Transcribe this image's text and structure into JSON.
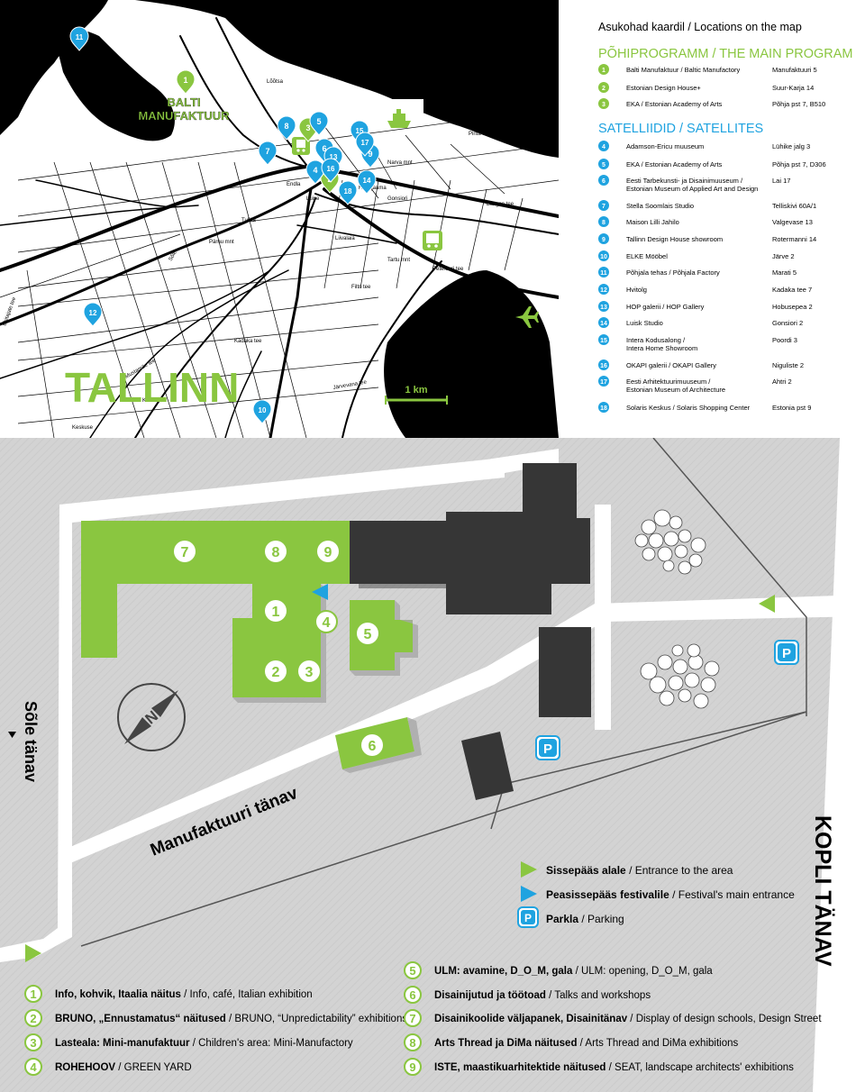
{
  "city_map": {
    "city_label": "TALLINN",
    "highlight_label_line1": "BALTI",
    "highlight_label_line2": "MANUFAKTUUR",
    "scale_label": "1 km",
    "streets": [
      "Pärnu mnt",
      "Endla",
      "Tulika",
      "Luise",
      "Liivalaia",
      "Narva mnt",
      "Kadaka tee",
      "Järvevana tee",
      "Peterburi tee",
      "Keskuse",
      "Ehitajate tee",
      "Filtri tee",
      "Pirita tee",
      "Laagna tee",
      "Tartu mnt",
      "Sõle",
      "Mustamäe tee",
      "Kotka",
      "Hobujaama",
      "Gonsiori",
      "Lõõtsa"
    ],
    "pins": [
      {
        "id": "pin-1",
        "num": "1",
        "kind": "main"
      },
      {
        "id": "pin-2",
        "num": "2",
        "kind": "main"
      },
      {
        "id": "pin-3",
        "num": "3",
        "kind": "main"
      },
      {
        "id": "pin-4",
        "num": "4",
        "kind": "satellite"
      },
      {
        "id": "pin-5",
        "num": "5",
        "kind": "satellite"
      },
      {
        "id": "pin-6",
        "num": "6",
        "kind": "satellite"
      },
      {
        "id": "pin-7",
        "num": "7",
        "kind": "satellite"
      },
      {
        "id": "pin-8",
        "num": "8",
        "kind": "satellite"
      },
      {
        "id": "pin-9",
        "num": "9",
        "kind": "satellite"
      },
      {
        "id": "pin-10",
        "num": "10",
        "kind": "satellite"
      },
      {
        "id": "pin-11",
        "num": "11",
        "kind": "satellite"
      },
      {
        "id": "pin-12",
        "num": "12",
        "kind": "satellite"
      },
      {
        "id": "pin-13",
        "num": "13",
        "kind": "satellite"
      },
      {
        "id": "pin-14",
        "num": "14",
        "kind": "satellite"
      },
      {
        "id": "pin-15",
        "num": "15",
        "kind": "satellite"
      },
      {
        "id": "pin-16",
        "num": "16",
        "kind": "satellite"
      },
      {
        "id": "pin-17",
        "num": "17",
        "kind": "satellite"
      },
      {
        "id": "pin-18",
        "num": "18",
        "kind": "satellite"
      }
    ],
    "icons": [
      "train-icon",
      "bus-icon",
      "ferry-icon",
      "airplane-icon"
    ]
  },
  "locations": {
    "title": "Asukohad kaardil / Locations on the map",
    "main_heading": "PÕHIPROGRAMM / THE MAIN PROGRAM",
    "satellites_heading": "SATELLIIDID / SATELLITES",
    "main": [
      {
        "num": "1",
        "name": "Balti Manufaktuur / Baltic Manufactory",
        "address": "Manufaktuuri 5"
      },
      {
        "num": "2",
        "name": "Estonian Design House+",
        "address": "Suur-Karja 14"
      },
      {
        "num": "3",
        "name": "EKA / Estonian Academy of Arts",
        "address": "Põhja pst 7, B510"
      }
    ],
    "satellites": [
      {
        "num": "4",
        "name": "Adamson-Ericu muuseum",
        "name2": "",
        "address": "Lühike jalg 3"
      },
      {
        "num": "5",
        "name": "EKA / Estonian Academy of Arts",
        "name2": "",
        "address": "Põhja pst 7, D306"
      },
      {
        "num": "6",
        "name": "Eesti Tarbekunsti- ja Disainimuuseum /",
        "name2": "Estonian Museum of Applied Art and Design",
        "address": "Lai 17"
      },
      {
        "num": "7",
        "name": "Stella Soomlais Studio",
        "name2": "",
        "address": "Telliskivi 60A/1"
      },
      {
        "num": "8",
        "name": "Maison Lilli Jahilo",
        "name2": "",
        "address": "Valgevase 13"
      },
      {
        "num": "9",
        "name": "Tallinn Design House showroom",
        "name2": "",
        "address": "Rotermanni 14"
      },
      {
        "num": "10",
        "name": "ELKE Mööbel",
        "name2": "",
        "address": "Järve 2"
      },
      {
        "num": "11",
        "name": "Põhjala tehas / Põhjala Factory",
        "name2": "",
        "address": "Marati 5"
      },
      {
        "num": "12",
        "name": "Hvitolg",
        "name2": "",
        "address": "Kadaka tee 7"
      },
      {
        "num": "13",
        "name": "HOP galerii / HOP Gallery",
        "name2": "",
        "address": "Hobusepea 2"
      },
      {
        "num": "14",
        "name": "Luisk Studio",
        "name2": "",
        "address": "Gonsiori 2"
      },
      {
        "num": "15",
        "name": "Intera Kodusalong /",
        "name2": "Intera Home Showroom",
        "address": "Poordi 3"
      },
      {
        "num": "16",
        "name": "OKAPI galerii / OKAPI Gallery",
        "name2": "",
        "address": "Niguliste 2"
      },
      {
        "num": "17",
        "name": "Eesti Arhitektuurimuuseum /",
        "name2": "Estonian Museum of Architecture",
        "address": "Ahtri 2"
      },
      {
        "num": "18",
        "name": "Solaris Keskus / Solaris Shopping Center",
        "name2": "",
        "address": "Estonia pst 9"
      }
    ]
  },
  "site_map": {
    "street_manufaktuuri": "Manufaktuuri tänav",
    "street_sole": "Sõle tänav",
    "street_kopli": "KOPLI TÄNAV",
    "compass_letter": "N",
    "building_numbers": [
      "7",
      "8",
      "9",
      "1",
      "4",
      "5",
      "2",
      "3",
      "6"
    ],
    "parking_symbol": "P",
    "key": [
      {
        "kind": "green-arrow",
        "bold": "Sissepääs alale",
        "rest": " / Entrance to the area"
      },
      {
        "kind": "blue-arrow",
        "bold": "Peasissepääs festivalile",
        "rest": " / Festival's main entrance"
      },
      {
        "kind": "parking",
        "bold": "Parkla",
        "rest": " / Parking"
      }
    ],
    "legend_left": [
      {
        "num": "1",
        "bold": "Info, kohvik, Itaalia näitus",
        "rest": " / Info, café, Italian exhibition"
      },
      {
        "num": "2",
        "bold": "BRUNO, „Ennustamatus“ näitused",
        "rest": " / BRUNO, “Unpredictability” exhibitions"
      },
      {
        "num": "3",
        "bold": "Lasteala: Mini-manufaktuur",
        "rest": " / Children's area: Mini-Manufactory"
      },
      {
        "num": "4",
        "bold": "ROHEHOOV",
        "rest": " / GREEN YARD"
      }
    ],
    "legend_right": [
      {
        "num": "5",
        "bold": "ULM: avamine, D_O_M, gala",
        "rest": " / ULM: opening, D_O_M, gala"
      },
      {
        "num": "6",
        "bold": "Disainijutud ja töötoad",
        "rest": " / Talks and workshops"
      },
      {
        "num": "7",
        "bold": "Disainikoolide väljapanek, Disainitänav",
        "rest": " / Display of design schools, Design Street"
      },
      {
        "num": "8",
        "bold": "Arts Thread ja DiMa näitused",
        "rest": " / Arts Thread and DiMa exhibitions"
      },
      {
        "num": "9",
        "bold": "ISTE, maastikuarhitektide näitused",
        "rest": " / SEAT, landscape architects' exhibitions"
      }
    ]
  },
  "colors": {
    "green": "#8ac640",
    "blue": "#1fa3e0",
    "dark_building": "#363636",
    "site_background": "#d3d3d3",
    "black": "#000000"
  }
}
